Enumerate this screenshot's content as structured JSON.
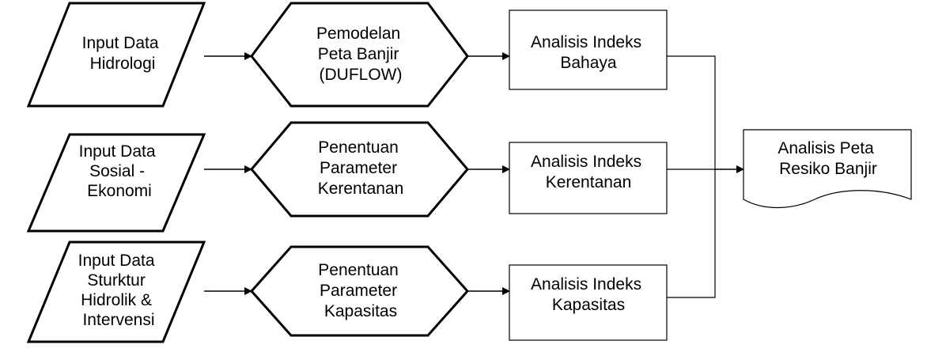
{
  "diagram": {
    "inputs": [
      {
        "lines": [
          "Input Data",
          "Hidrologi"
        ]
      },
      {
        "lines": [
          "Input Data",
          "Sosial -",
          "Ekonomi"
        ]
      },
      {
        "lines": [
          "Input Data",
          "Sturktur",
          "Hidrolik &",
          "Intervensi"
        ]
      }
    ],
    "processes": [
      {
        "lines": [
          "Pemodelan",
          "Peta Banjir",
          "(DUFLOW)"
        ]
      },
      {
        "lines": [
          "Penentuan",
          "Parameter",
          "Kerentanan"
        ]
      },
      {
        "lines": [
          "Penentuan",
          "Parameter",
          "Kapasitas"
        ]
      }
    ],
    "analyses": [
      {
        "lines": [
          "Analisis Indeks",
          "Bahaya"
        ]
      },
      {
        "lines": [
          "Analisis Indeks",
          "Kerentanan"
        ]
      },
      {
        "lines": [
          "Analisis Indeks",
          "Kapasitas"
        ]
      }
    ],
    "output": {
      "lines": [
        "Analisis Peta",
        "Resiko Banjir"
      ]
    }
  }
}
